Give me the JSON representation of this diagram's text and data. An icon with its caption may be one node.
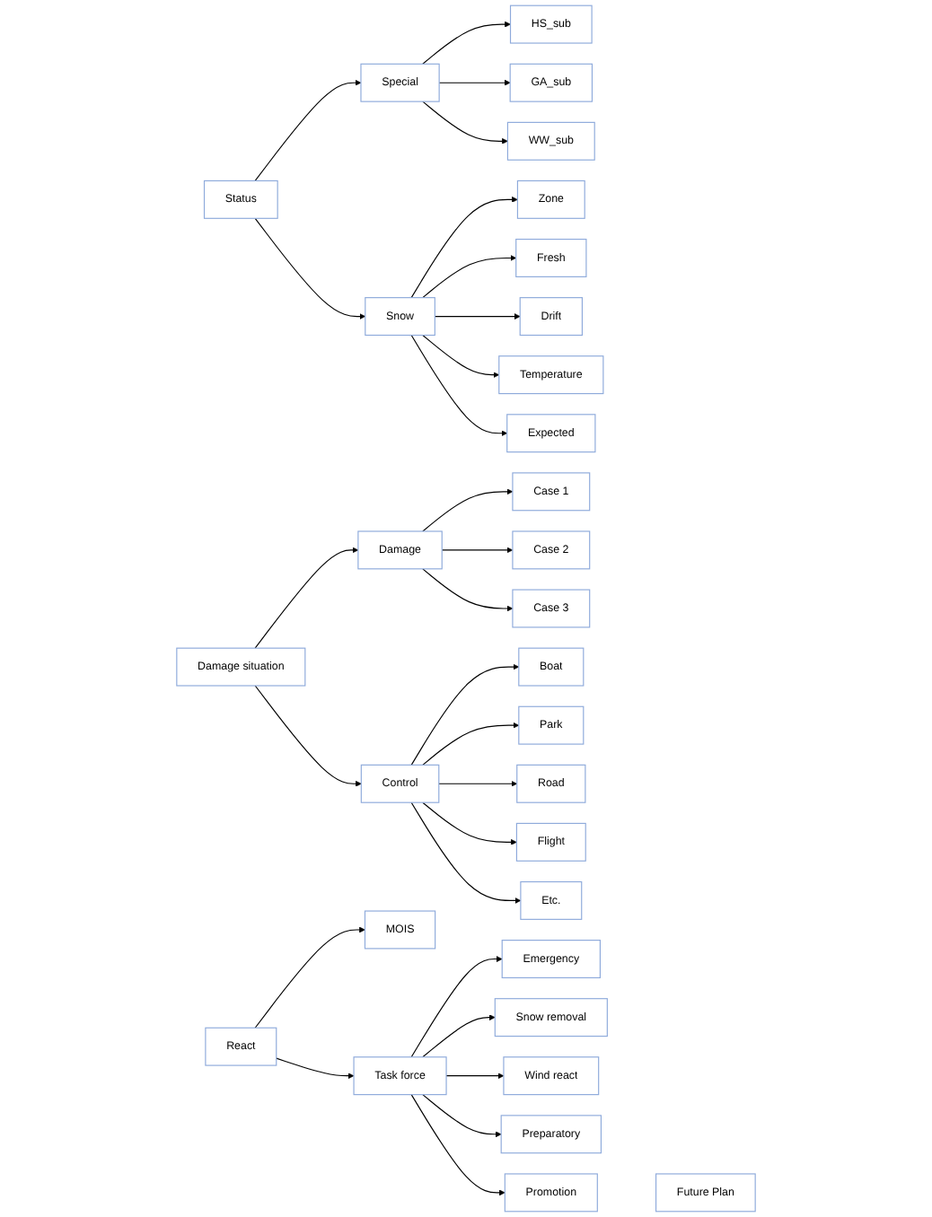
{
  "diagram": {
    "nodes": [
      {
        "text": [
          "Status"
        ]
      },
      {
        "text": [
          "Special"
        ]
      },
      {
        "text": [
          "HS_sub"
        ]
      },
      {
        "text": [
          "GA_sub"
        ]
      },
      {
        "text": [
          "WW_sub"
        ]
      },
      {
        "text": [
          "Snow"
        ]
      },
      {
        "text": [
          "Zone"
        ]
      },
      {
        "text": [
          "Fresh"
        ]
      },
      {
        "text": [
          "Drift"
        ]
      },
      {
        "text": [
          "Temperature"
        ]
      },
      {
        "text": [
          "Expected"
        ]
      },
      {
        "text": [
          "Damage situation"
        ]
      },
      {
        "text": [
          "Damage"
        ]
      },
      {
        "text": [
          "Case 1"
        ]
      },
      {
        "text": [
          "Case 2"
        ]
      },
      {
        "text": [
          "Case 3"
        ]
      },
      {
        "text": [
          "Control"
        ]
      },
      {
        "text": [
          "Boat"
        ]
      },
      {
        "text": [
          "Park"
        ]
      },
      {
        "text": [
          "Road"
        ]
      },
      {
        "text": [
          "Flight"
        ]
      },
      {
        "text": [
          "Etc."
        ]
      },
      {
        "text": [
          "React"
        ]
      },
      {
        "text": [
          "MOIS"
        ]
      },
      {
        "text": [
          "Emergency"
        ]
      },
      {
        "text": [
          "Snow removal"
        ]
      },
      {
        "text": [
          "Task force"
        ]
      },
      {
        "text": [
          "Wind react"
        ]
      },
      {
        "text": [
          "Preparatory"
        ]
      },
      {
        "text": [
          "Promotion"
        ]
      },
      {
        "text": [
          "Future Plan"
        ]
      }
    ],
    "edges": [
      {
        "from": 0,
        "to": 1,
        "arrow": "to"
      },
      {
        "from": 0,
        "to": 5,
        "arrow": "to"
      },
      {
        "from": 1,
        "to": 2,
        "arrow": "to"
      },
      {
        "from": 1,
        "to": 3,
        "arrow": "to"
      },
      {
        "from": 1,
        "to": 4,
        "arrow": "to"
      },
      {
        "from": 5,
        "to": 6,
        "arrow": "to"
      },
      {
        "from": 5,
        "to": 7,
        "arrow": "to"
      },
      {
        "from": 5,
        "to": 8,
        "arrow": "to"
      },
      {
        "from": 5,
        "to": 9,
        "arrow": "to"
      },
      {
        "from": 5,
        "to": 10,
        "arrow": "to"
      },
      {
        "from": 11,
        "to": 12,
        "arrow": "to"
      },
      {
        "from": 11,
        "to": 16,
        "arrow": "to"
      },
      {
        "from": 12,
        "to": 13,
        "arrow": "to"
      },
      {
        "from": 12,
        "to": 14,
        "arrow": "to"
      },
      {
        "from": 12,
        "to": 15,
        "arrow": "to"
      },
      {
        "from": 16,
        "to": 17,
        "arrow": "to"
      },
      {
        "from": 16,
        "to": 18,
        "arrow": "to"
      },
      {
        "from": 16,
        "to": 19,
        "arrow": "to"
      },
      {
        "from": 16,
        "to": 20,
        "arrow": "to"
      },
      {
        "from": 16,
        "to": 21,
        "arrow": "to"
      },
      {
        "from": 22,
        "to": 23,
        "arrow": "to"
      },
      {
        "from": 22,
        "to": 26,
        "arrow": "to"
      },
      {
        "from": 26,
        "to": 24,
        "arrow": "to"
      },
      {
        "from": 26,
        "to": 25,
        "arrow": "to"
      },
      {
        "from": 26,
        "to": 27,
        "arrow": "to"
      },
      {
        "from": 26,
        "to": 28,
        "arrow": "to"
      },
      {
        "from": 26,
        "to": 29,
        "arrow": "to"
      }
    ]
  }
}
